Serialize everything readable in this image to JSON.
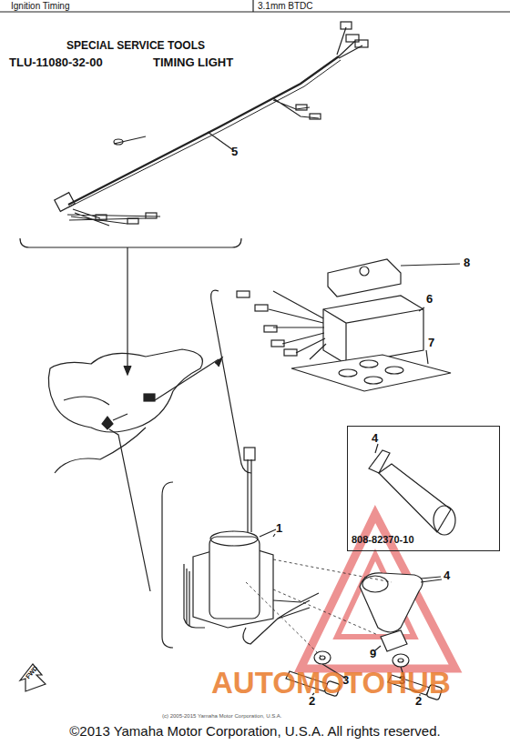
{
  "diagram": {
    "caption": "©2013 Yamaha Motor Corporation, U.S.A. All rights reserved.",
    "nodes": [
      {
        "text": [
          "4",
          "808-82370-10"
        ]
      }
    ],
    "labels": [
      "Ignition Timing",
      "3.1mm BTDC",
      "SPECIAL SERVICE TOOLS",
      "TLU-11080-32-00",
      "TIMING LIGHT",
      "5",
      "8",
      "6",
      "7",
      "1",
      "4",
      "9",
      "3",
      "3",
      "2",
      "2",
      "FWD",
      "(c) 2005-2015 Yamaha Motor Corporation, U.S.A.",
      "AUTOMOTOHUB"
    ]
  }
}
